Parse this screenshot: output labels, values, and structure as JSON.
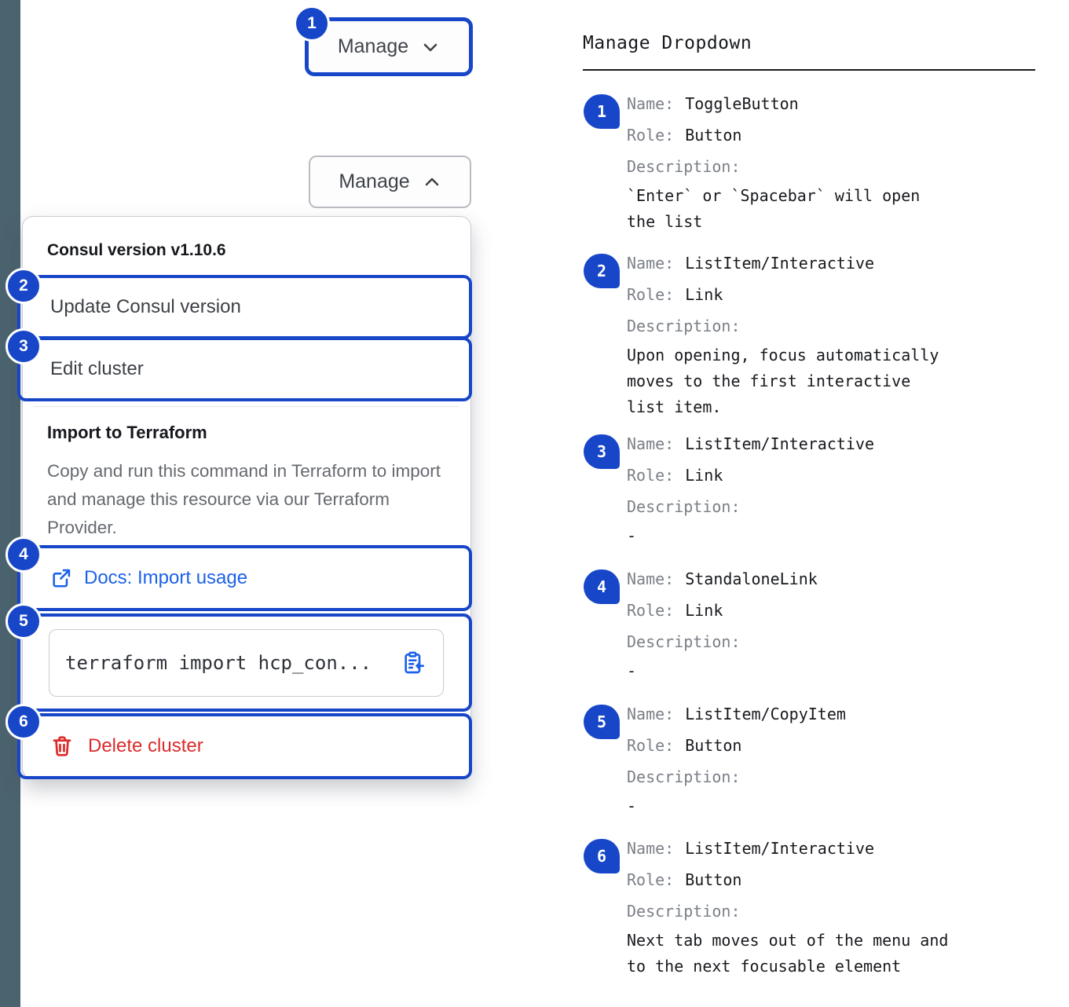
{
  "colors": {
    "annotation_blue": "#1747c8",
    "link_blue": "#1c61e9",
    "danger_red": "#dc2c2c",
    "sidebar_slate": "#4b636e"
  },
  "left": {
    "toggle_collapsed": {
      "badge": "1",
      "label": "Manage"
    },
    "toggle_expanded": {
      "label": "Manage"
    },
    "dropdown": {
      "version_label": "Consul version v1.10.6",
      "update_item": {
        "badge": "2",
        "label": "Update Consul version"
      },
      "edit_item": {
        "badge": "3",
        "label": "Edit cluster"
      },
      "import_section": {
        "title": "Import to Terraform",
        "description": "Copy and run this command in Terraform to import and manage this resource via our Terraform Provider.",
        "docs_link": {
          "badge": "4",
          "label": "Docs: Import usage"
        },
        "copy_field": {
          "badge": "5",
          "code": "terraform import hcp_con..."
        }
      },
      "delete_item": {
        "badge": "6",
        "label": "Delete cluster"
      }
    }
  },
  "right": {
    "heading": "Manage Dropdown",
    "labels": {
      "name": "Name:",
      "role": "Role:",
      "description": "Description:"
    },
    "annotations": [
      {
        "num": "1",
        "name": "ToggleButton",
        "role": "Button",
        "description": "`Enter` or `Spacebar` will open the list"
      },
      {
        "num": "2",
        "name": "ListItem/Interactive",
        "role": "Link",
        "description": "Upon opening, focus automatically moves to the first interactive list item."
      },
      {
        "num": "3",
        "name": "ListItem/Interactive",
        "role": "Link",
        "description": "-"
      },
      {
        "num": "4",
        "name": "StandaloneLink",
        "role": "Link",
        "description": "-"
      },
      {
        "num": "5",
        "name": "ListItem/CopyItem",
        "role": "Button",
        "description": "-"
      },
      {
        "num": "6",
        "name": "ListItem/Interactive",
        "role": "Button",
        "description": "Next tab moves out of the menu and to the next focusable element"
      }
    ]
  }
}
